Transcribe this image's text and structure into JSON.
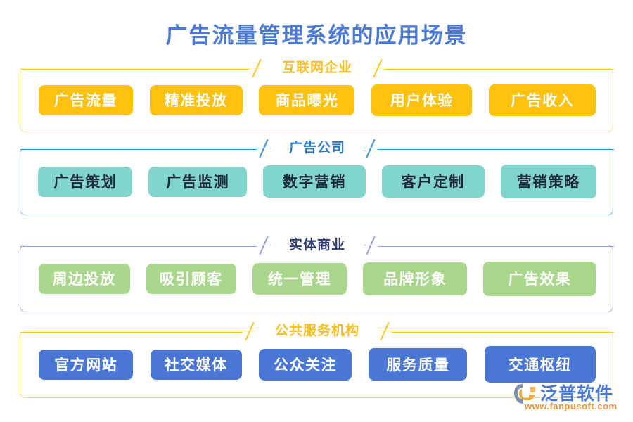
{
  "title": "广告流量管理系统的应用场景",
  "sections": [
    {
      "header": "互联网企业",
      "theme": "amber",
      "items": [
        "广告流量",
        "精准投放",
        "商品曝光",
        "用户体验",
        "广告收入"
      ]
    },
    {
      "header": "广告公司",
      "theme": "blue",
      "items": [
        "广告策划",
        "广告监测",
        "数字营销",
        "客户定制",
        "营销策略"
      ]
    },
    {
      "header": "实体商业",
      "theme": "periwinkle",
      "items": [
        "周边投放",
        "吸引顾客",
        "统一管理",
        "品牌形象",
        "广告效果"
      ]
    },
    {
      "header": "公共服务机构",
      "theme": "amber",
      "items": [
        "官方网站",
        "社交媒体",
        "公众关注",
        "服务质量",
        "交通枢纽"
      ]
    }
  ],
  "logo": {
    "name": "泛普软件",
    "url": "www.fanpusoft.com"
  },
  "colors": {
    "title": "#4a7ad4",
    "amber_pill": "#fec20e",
    "teal_pill": "#82d5cd",
    "green_pill": "#a8d68b",
    "blue_pill": "#4a77d4",
    "amber_border": "#fbdd8b",
    "blue_border": "#8fc0ea",
    "periwinkle_border": "#a5a9de",
    "logo_text": "#4a77d4",
    "logo_url": "#e8923a",
    "background": "#ffffff"
  }
}
